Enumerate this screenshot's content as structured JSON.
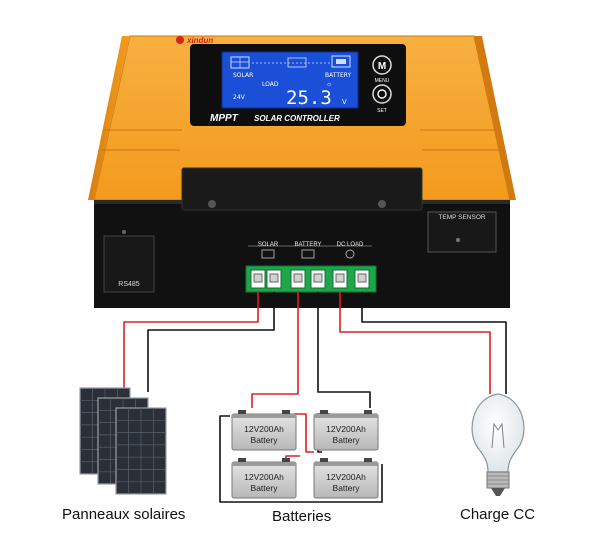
{
  "brand": {
    "name": "xindun"
  },
  "device": {
    "title_main": "MPPT",
    "title_sub": "SOLAR CONTROLLER",
    "menu_label": "MENU",
    "set_label": "SET",
    "rs485_label": "RS485",
    "temp_sensor_label": "TEMP  SENSOR"
  },
  "lcd": {
    "solar_label": "SOLAR",
    "battery_label": "BATTERY",
    "load_label": "LOAD",
    "system_voltage": "24V",
    "reading": "25.3",
    "unit": "V"
  },
  "terminals": {
    "solar_label": "SOLAR",
    "battery_label": "BATTERY",
    "load_label": "DC  LOAD"
  },
  "batteries": [
    {
      "capacity": "12V200Ah",
      "label": "Battery"
    },
    {
      "capacity": "12V200Ah",
      "label": "Battery"
    },
    {
      "capacity": "12V200Ah",
      "label": "Battery"
    },
    {
      "capacity": "12V200Ah",
      "label": "Battery"
    }
  ],
  "captions": {
    "solar_panels": "Panneaux solaires",
    "batteries": "Batteries",
    "load": "Charge CC"
  },
  "colors": {
    "housing": "#f39a1e",
    "front_panel": "#101010",
    "lcd_blue": "#1b4fd8",
    "terminal_green": "#1fa64a",
    "wire_red": "#e02020",
    "wire_black": "#111111"
  }
}
